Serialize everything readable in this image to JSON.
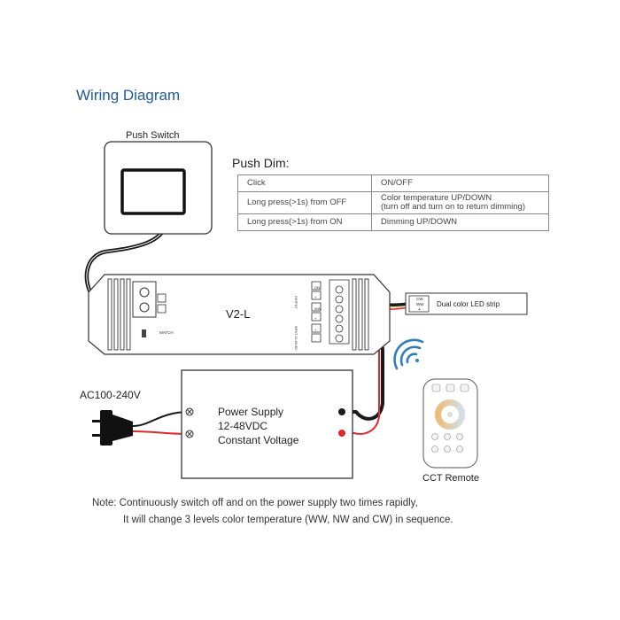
{
  "title": "Wiring Diagram",
  "push_switch": {
    "label": "Push Switch"
  },
  "push_dim": {
    "title": "Push Dim:",
    "rows": [
      {
        "action": "Click",
        "result": [
          "ON/OFF"
        ]
      },
      {
        "action": "Long press(>1s) from OFF",
        "result": [
          "Color temperature UP/DOWN",
          "(turn off and turn on to return dimming)"
        ]
      },
      {
        "action": "Long press(>1s) from ON",
        "result": [
          "Dimming UP/DOWN"
        ]
      }
    ]
  },
  "controller": {
    "model": "V2-L",
    "match_label": "MATCH",
    "output_label": "OUTPUT",
    "input_label": "INPUT 12-48VDC",
    "output_terminals": [
      "ON",
      "+",
      "WW",
      "+"
    ],
    "input_terminals": [
      "+",
      "-"
    ]
  },
  "led_strip": {
    "label": "Dual color LED strip",
    "pins": [
      "CW",
      "WW",
      "+"
    ]
  },
  "ac_input": {
    "label": "AC100-240V"
  },
  "power_supply": {
    "lines": [
      "Power Supply",
      "12-48VDC",
      "Constant Voltage"
    ]
  },
  "remote": {
    "label": "CCT Remote"
  },
  "note": {
    "line1": "Note:  Continuously switch off and on the power supply two times rapidly,",
    "line2": "It will change 3 levels color temperature (WW, NW and CW) in sequence."
  },
  "colors": {
    "title": "#1f5b99",
    "wire_red": "#d92b2b",
    "wire_black": "#1a1a1a",
    "wifi": "#2e7fc1"
  }
}
